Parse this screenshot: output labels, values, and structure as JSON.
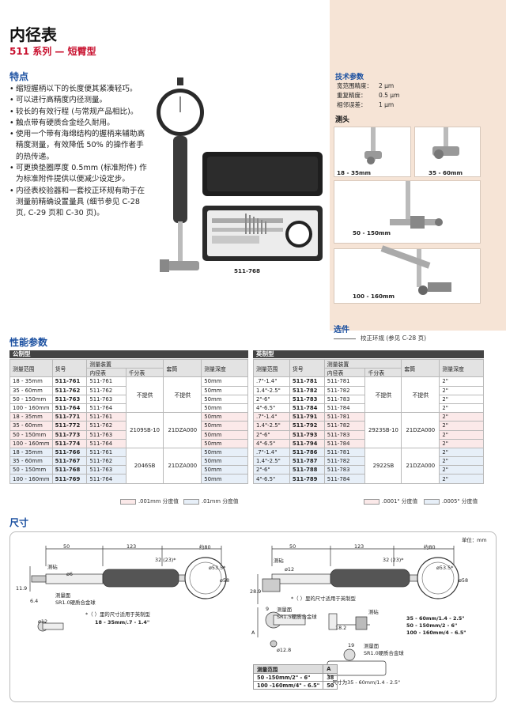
{
  "header": {
    "title": "内径表",
    "subtitle": "511 系列 — 短臂型"
  },
  "features": {
    "heading": "特点",
    "items": [
      "缩短握柄以下的长度便其紧凑轻巧。",
      "可以进行高精度内径测量。",
      "较长的有效行程 (与常规产品相比)。",
      "触点带有硬质合金经久耐用。",
      "使用一个带有海绵结构的握柄来辅助高精度测量，有效降低 50% 的操作者手的热传递。",
      "可更换垫圈厚度 0.5mm (标准附件) 作为标准附件提供以便减少设定步。",
      "内径表校验器和一套校正环规有助于在测量前精确设置量具 (细节参见 C-28 页, C-29 页和 C-30 页)。"
    ]
  },
  "tech": {
    "heading": "技术参数",
    "rows": [
      {
        "label": "宽范围精度：",
        "value": "2 μm"
      },
      {
        "label": "重复精度：",
        "value": "0.5 μm"
      },
      {
        "label": "相邻误差：",
        "value": "1 μm"
      }
    ]
  },
  "probe": {
    "heading": "测头",
    "captions": [
      "18 - 35mm",
      "35 - 60mm",
      "50 - 150mm",
      "100 - 160mm"
    ]
  },
  "product_caption": "511-768",
  "options": {
    "heading": "选件",
    "text": "校正环规 (参见 C-28 页)"
  },
  "performance": {
    "heading": "性能参数",
    "metric_tag": "公制型",
    "inch_tag": "英制型",
    "headers": {
      "range": "测量范围",
      "order": "货号",
      "device": "测量装置",
      "bore": "内径表",
      "dial": "千分表",
      "sleeve": "套筒",
      "depth": "测量深度"
    },
    "metric_rows": [
      [
        "18 - 35mm",
        "511-761",
        "511-761",
        "50mm"
      ],
      [
        "35 - 60mm",
        "511-762",
        "511-762",
        "50mm"
      ],
      [
        "50 - 150mm",
        "511-763",
        "511-763",
        "50mm"
      ],
      [
        "100 - 160mm",
        "511-764",
        "511-764",
        "50mm"
      ],
      [
        "18 - 35mm",
        "511-771",
        "511-761",
        "50mm"
      ],
      [
        "35 - 60mm",
        "511-772",
        "511-762",
        "50mm"
      ],
      [
        "50 - 150mm",
        "511-773",
        "511-763",
        "50mm"
      ],
      [
        "100 - 160mm",
        "511-774",
        "511-764",
        "50mm"
      ],
      [
        "18 - 35mm",
        "511-766",
        "511-761",
        "50mm"
      ],
      [
        "35 - 60mm",
        "511-767",
        "511-762",
        "50mm"
      ],
      [
        "50 - 150mm",
        "511-768",
        "511-763",
        "50mm"
      ],
      [
        "100 - 160mm",
        "511-769",
        "511-764",
        "50mm"
      ]
    ],
    "metric_groups": [
      {
        "dial": "不提供",
        "sleeve": "不提供"
      },
      {
        "dial": "2109SB-10",
        "sleeve": "21DZA000"
      },
      {
        "dial": "2046SB",
        "sleeve": "21DZA000"
      }
    ],
    "inch_rows": [
      [
        ".7\"-1.4\"",
        "511-781",
        "511-781",
        "2\""
      ],
      [
        "1.4\"-2.5\"",
        "511-782",
        "511-782",
        "2\""
      ],
      [
        "2\"-6\"",
        "511-783",
        "511-783",
        "2\""
      ],
      [
        "4\"-6.5\"",
        "511-784",
        "511-784",
        "2\""
      ],
      [
        ".7\"-1.4\"",
        "511-791",
        "511-781",
        "2\""
      ],
      [
        "1.4\"-2.5\"",
        "511-792",
        "511-782",
        "2\""
      ],
      [
        "2\"-6\"",
        "511-793",
        "511-783",
        "2\""
      ],
      [
        "4\"-6.5\"",
        "511-794",
        "511-784",
        "2\""
      ],
      [
        ".7\"-1.4\"",
        "511-786",
        "511-781",
        "2\""
      ],
      [
        "1.4\"-2.5\"",
        "511-787",
        "511-782",
        "2\""
      ],
      [
        "2\"-6\"",
        "511-788",
        "511-783",
        "2\""
      ],
      [
        "4\"-6.5\"",
        "511-789",
        "511-784",
        "2\""
      ]
    ],
    "inch_groups": [
      {
        "dial": "不提供",
        "sleeve": "不提供"
      },
      {
        "dial": "2923SB-10",
        "sleeve": "21DZA000"
      },
      {
        "dial": "2922SB",
        "sleeve": "21DZA000"
      }
    ],
    "legend": {
      "m1": ".001mm 分度值",
      "m2": ".01mm 分度值",
      "i1": ".0001\" 分度值",
      "i2": ".0005\" 分度值"
    }
  },
  "dimensions": {
    "heading": "尺寸",
    "unit": "单位：mm",
    "left": {
      "d50": "50",
      "d123": "123",
      "d80": "约80",
      "d32": "32 (23)*",
      "d53": "ø53.5*",
      "d58": "ø58",
      "d6": "ø6",
      "d119": "11.9",
      "d64": "6.4",
      "d12": "ø12",
      "anvil": "测砧",
      "contact": "测量面",
      "contact2": "SR1.0硬质合金球",
      "note": "*（ ）里的尺寸适用于英制型",
      "range": "18 - 35mm/.7 - 1.4\""
    },
    "right": {
      "d50": "50",
      "d123": "123",
      "d80": "约80",
      "d32": "32 (23)*",
      "d53": "ø53.5*",
      "d58": "ø58",
      "d12": "ø12",
      "d128": "ø12.8",
      "d289": "28.9",
      "d9": "9",
      "dA": "A",
      "d182": "18.2",
      "d19": "19",
      "anvil": "测砧",
      "anvil2": "测砧",
      "contact": "测量面",
      "contact2": "SR1.5硬质合金球",
      "contact3": "测量面",
      "contact4": "SR1.0硬质合金球",
      "note": "*（ ）里的尺寸适用于英制型",
      "ranges": [
        "35 - 60mm/1.4 - 2.5\"",
        "50 - 150mm/2 - 6\"",
        "100 - 160mm/4 - 6.5\""
      ],
      "size_note": "尺寸为35 - 60mm/1.4 - 2.5\""
    },
    "range_table": {
      "h1": "测量范围",
      "h2": "A",
      "rows": [
        [
          "50 -150mm/2\" - 6\"",
          "38"
        ],
        [
          "100 -160mm/4\" - 6.5\"",
          "50"
        ]
      ]
    }
  }
}
